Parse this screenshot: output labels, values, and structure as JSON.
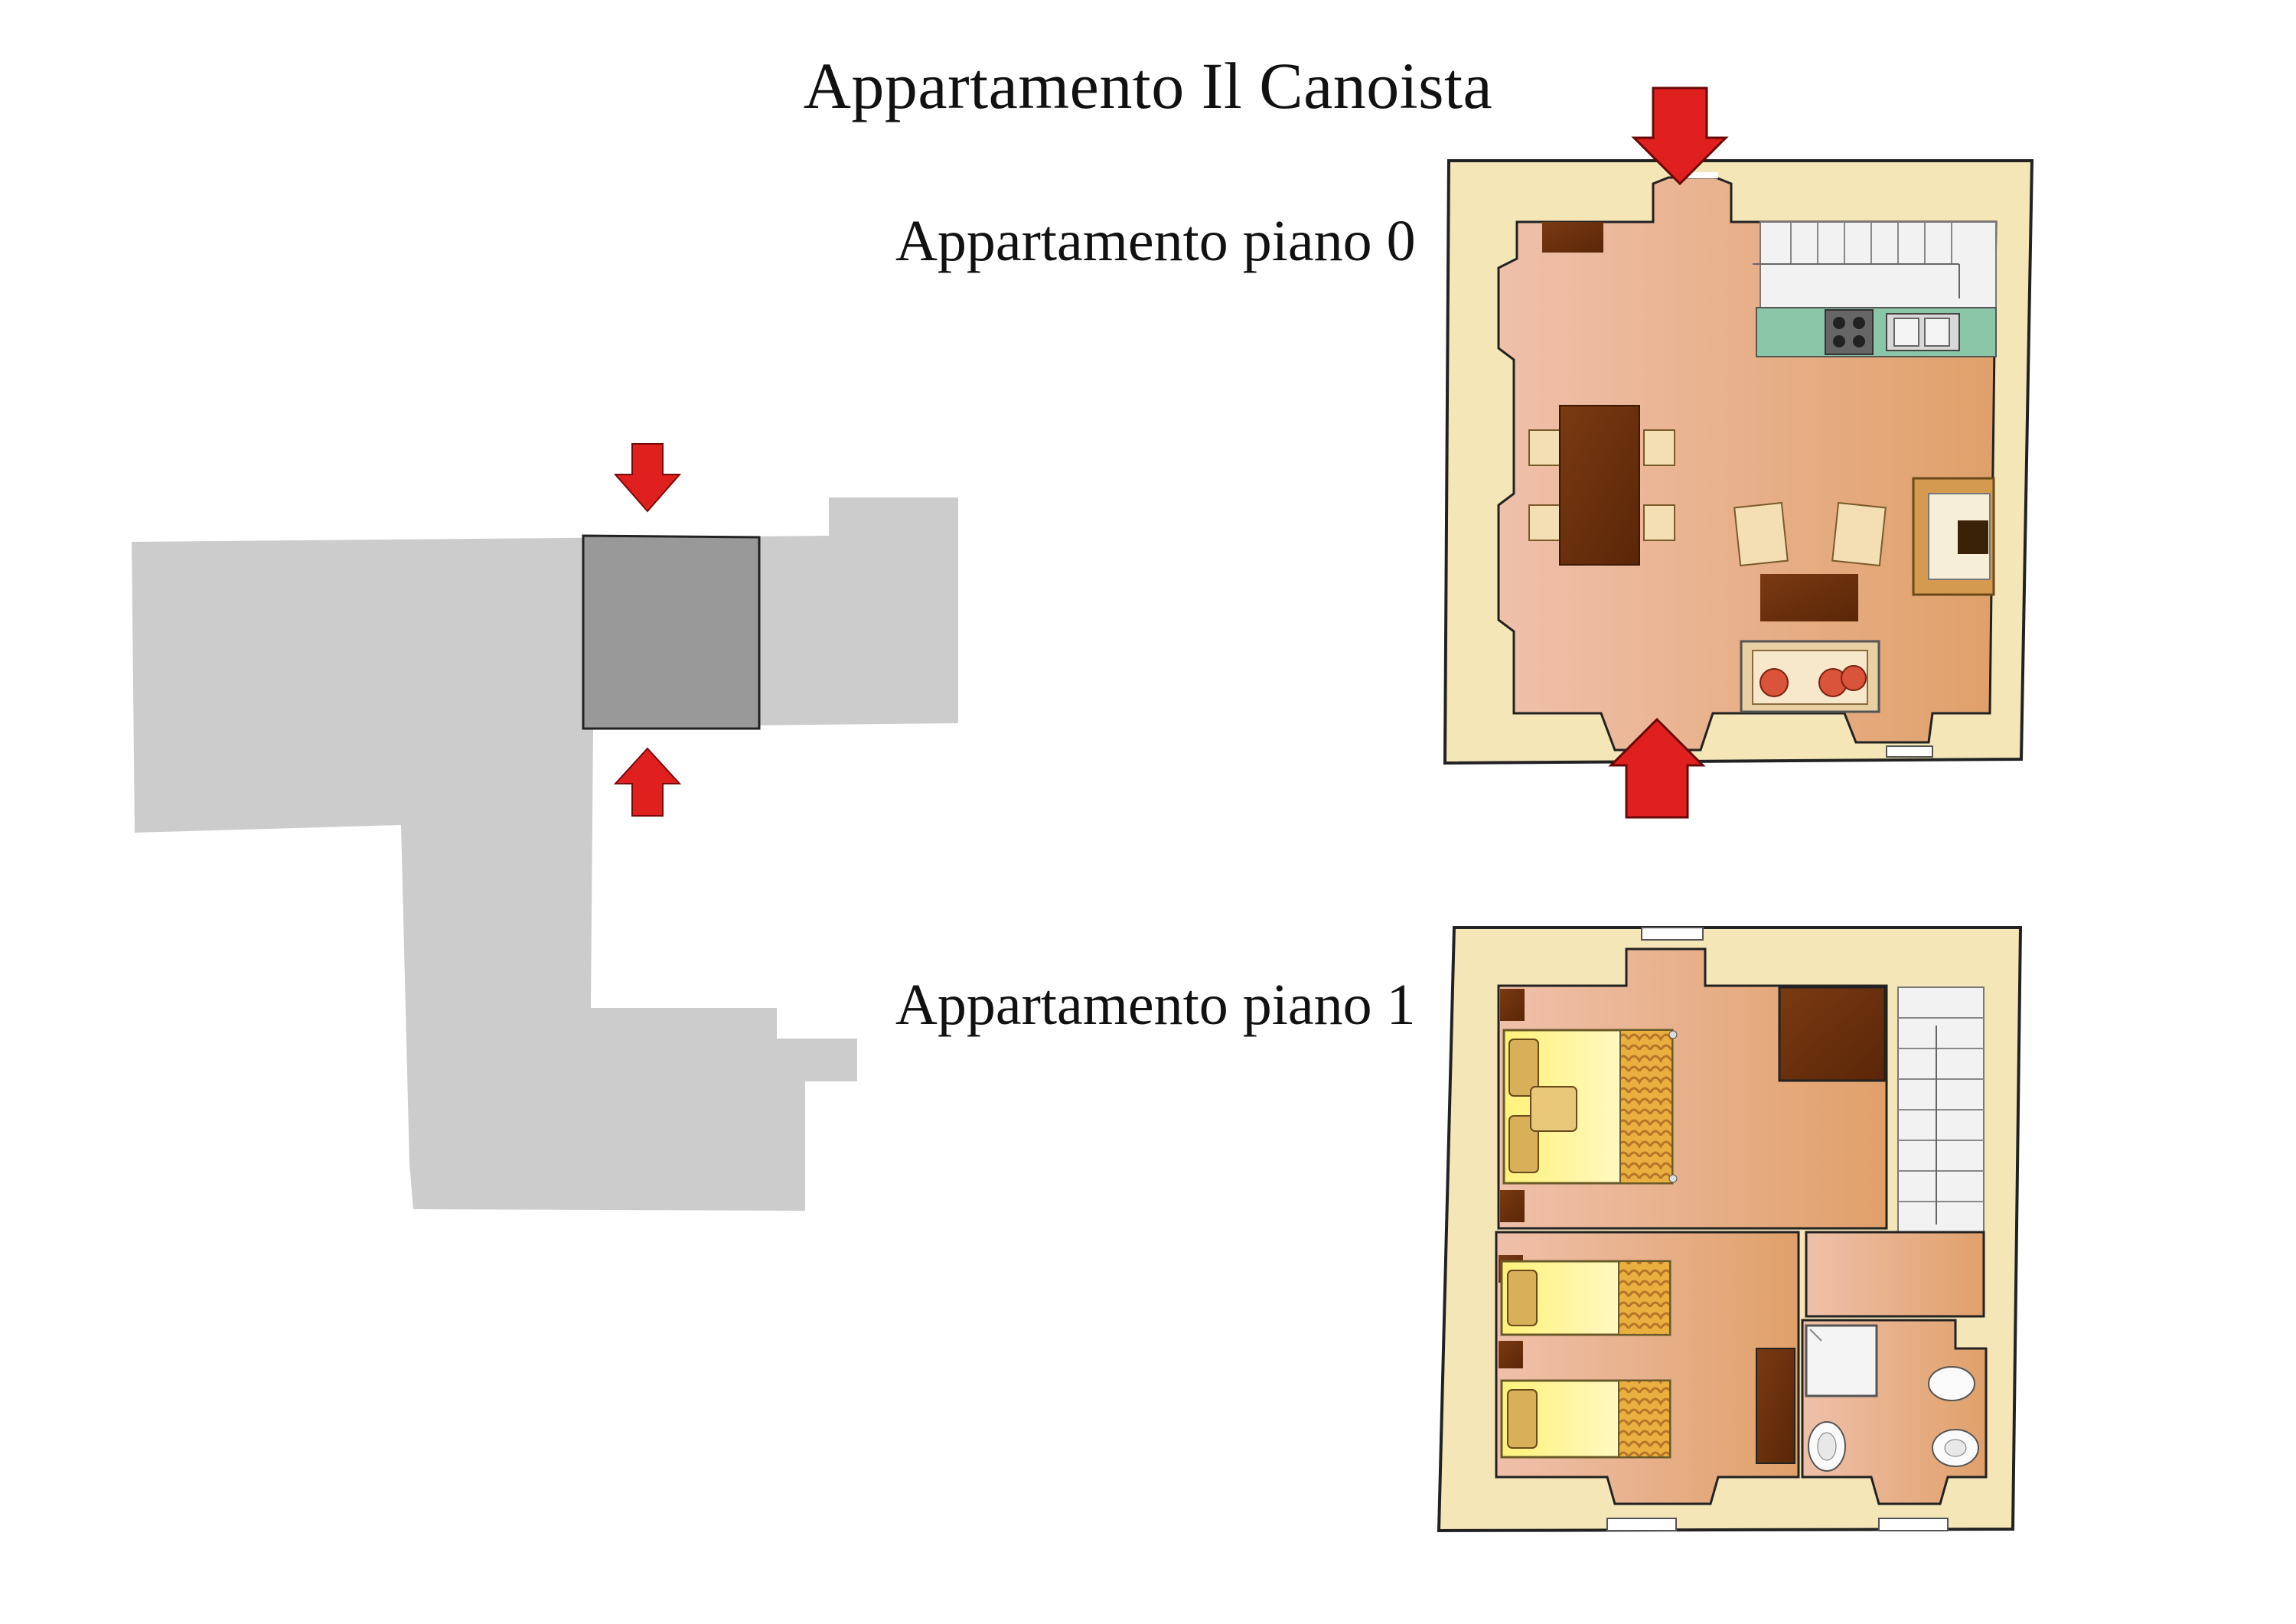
{
  "title": "Appartamento Il Canoista",
  "floors": [
    {
      "label": "Appartamento piano 0"
    },
    {
      "label": "Appartamento piano 1"
    }
  ],
  "colors": {
    "arrow": "#e01f1f",
    "wall": "#f5e6b8",
    "floor": "#e4b08a",
    "site_light": "#cccccc",
    "site_dark": "#999999"
  }
}
